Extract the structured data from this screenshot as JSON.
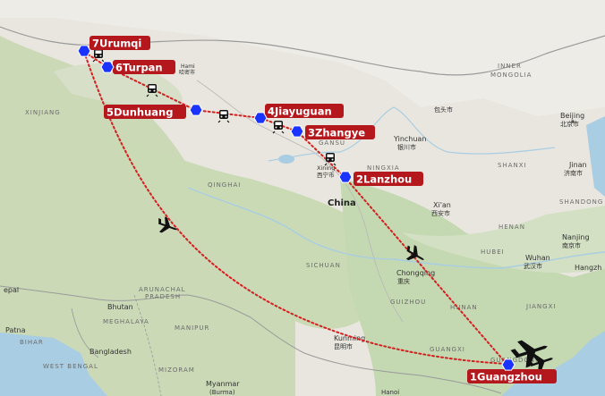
{
  "stops": [
    {
      "name": "7Urumqi"
    },
    {
      "name": "6Turpan"
    },
    {
      "name": "5Dunhuang"
    },
    {
      "name": "4Jiayuguan"
    },
    {
      "name": "3Zhangye"
    },
    {
      "name": "2Lanzhou"
    },
    {
      "name": "1Guangzhou"
    }
  ],
  "places": {
    "country": "China",
    "xinjiang": "XINJIANG",
    "qinghai": "QINGHAI",
    "gansu": "GANSU",
    "ningxia": "NINGXIA",
    "inner_mongolia_1": "INNER",
    "inner_mongolia_2": "MONGOLIA",
    "beijing": "Beijing",
    "beijing_cn": "北京市",
    "yinchuan": "Yinchuan",
    "yinchuan_cn": "银川市",
    "xining": "Xining",
    "xining_cn": "西宁市",
    "hami": "Hami",
    "hami_cn": "哈密市",
    "baotou_cn": "包头市",
    "jinan": "Jinan",
    "jinan_cn": "济南市",
    "xian": "Xi'an",
    "xian_cn": "西安市",
    "shanxi": "SHANXI",
    "shandong": "SHANDONG",
    "henan": "HENAN",
    "hubei": "HUBEI",
    "hunan": "HUNAN",
    "sichuan": "SICHUAN",
    "guizhou": "GUIZHOU",
    "guangxi": "GUANGXI",
    "jiangxi": "JIANGXI",
    "wuhan": "Wuhan",
    "wuhan_cn": "武汉市",
    "chongqing": "Chongqing",
    "chongqing_cn": "重庆",
    "kunming": "Kunming",
    "kunming_cn": "昆明市",
    "nanjing": "Nanjing",
    "nanjing_cn": "南京市",
    "hangzhou": "Hangzh",
    "nepal": "epal",
    "bhutan": "Bhutan",
    "arunachal": "ARUNACHAL",
    "arunachal2": "PRADESH",
    "patna": "Patna",
    "bihar": "BIHAR",
    "meghalaya": "MEGHALAYA",
    "manipur": "MANIPUR",
    "mizoram": "MIZORAM",
    "west_bengal": "WEST BENGAL",
    "bangladesh": "Bangladesh",
    "myanmar": "Myanmar",
    "burma": "(Burma)",
    "hanoi": "Hanoi",
    "guangdong": "GUANGDONG"
  },
  "colors": {
    "route": "#d32020",
    "marker": "#1a33ff",
    "label_bg": "#b4171c",
    "land": "#e7e4da",
    "terrain": "#c9d8b6",
    "water": "#a9cde3",
    "border": "#8b8b8b"
  },
  "icons": {
    "train": "train-icon",
    "plane": "airplane-icon",
    "marker": "hexagon-marker-icon"
  }
}
